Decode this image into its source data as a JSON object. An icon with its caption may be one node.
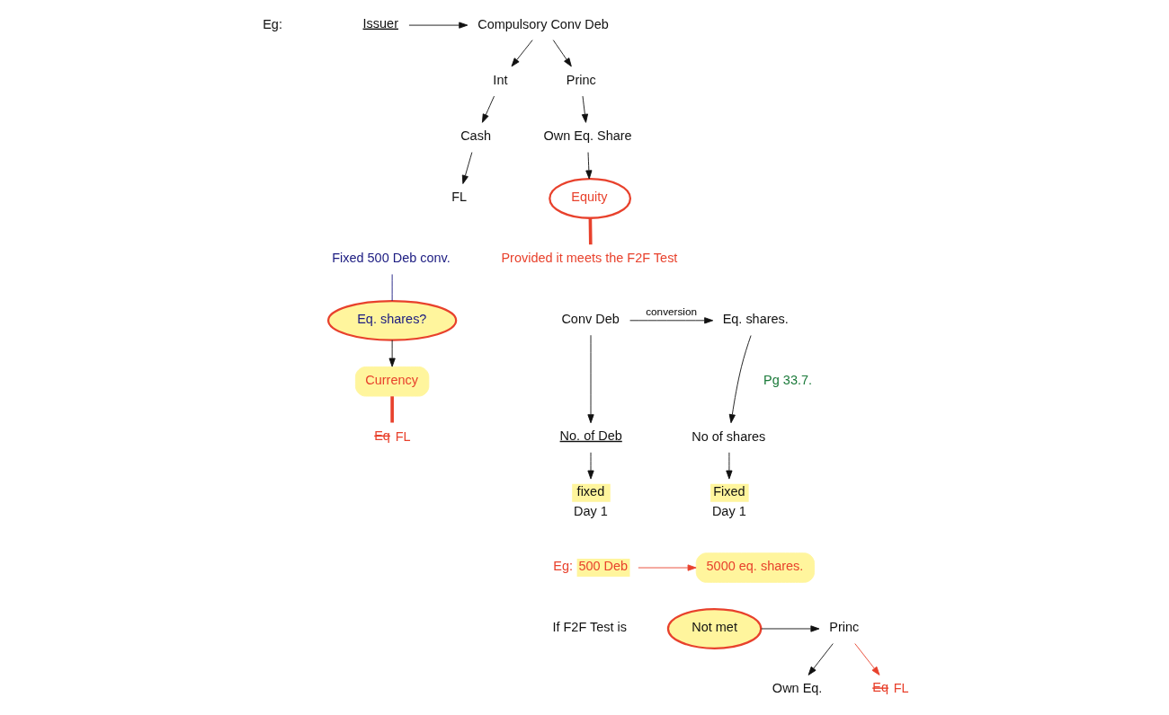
{
  "diagram": {
    "nodes": [
      {
        "text": [
          "Issuer"
        ]
      },
      {
        "text": [
          "Compulsory Conv Deb"
        ]
      },
      {
        "text": [
          "Int"
        ]
      },
      {
        "text": [
          "Cash"
        ]
      },
      {
        "text": [
          "FL"
        ]
      },
      {
        "text": [
          "Princ"
        ]
      },
      {
        "text": [
          "Own Eq. Share"
        ]
      },
      {
        "text": [
          "Equity"
        ]
      },
      {
        "text": [
          "Provided it meets the F2F Test"
        ]
      },
      {
        "text": [
          "Eq. shares?"
        ]
      },
      {
        "text": [
          "Currency"
        ]
      },
      {
        "text": [
          "Fixed 500 Deb conv."
        ]
      },
      {
        "text": [
          "FL"
        ],
        "beside": [
          "Eq"
        ]
      },
      {
        "text": [
          "Conv Deb"
        ]
      },
      {
        "text": [
          "Eq. shares."
        ]
      },
      {
        "text": [
          "No. of Deb"
        ]
      },
      {
        "text": [
          "fixed"
        ],
        "beside": [
          "Day 1"
        ]
      },
      {
        "text": [
          "No of shares"
        ]
      },
      {
        "text": [
          "Fixed"
        ],
        "beside": [
          "Day 1"
        ]
      },
      {
        "text": [
          "500 Deb"
        ],
        "beside": [
          "Eg:"
        ]
      },
      {
        "text": [
          "5000 eq. shares."
        ]
      },
      {
        "text": [
          "If F2F Test is"
        ]
      },
      {
        "text": [
          "Not met"
        ]
      },
      {
        "text": [
          "Princ"
        ]
      },
      {
        "text": [
          "Own Eq."
        ]
      },
      {
        "text": [
          "FL"
        ],
        "beside": [
          "Eq"
        ]
      }
    ],
    "edges": [
      {
        "from": 0,
        "to": 1,
        "arrow": "to"
      },
      {
        "from": 1,
        "to": 2,
        "arrow": "to"
      },
      {
        "from": 1,
        "to": 5,
        "arrow": "to"
      },
      {
        "from": 2,
        "to": 3,
        "arrow": "to"
      },
      {
        "from": 3,
        "to": 4,
        "arrow": "to"
      },
      {
        "from": 5,
        "to": 6,
        "arrow": "to"
      },
      {
        "from": 6,
        "to": 7,
        "arrow": "to"
      },
      {
        "from": 7,
        "to": 8,
        "arrow": "none",
        "style": "thick",
        "color": "#e8412c"
      },
      {
        "from": 11,
        "to": 9,
        "arrow": "none",
        "color": "#1a1a80"
      },
      {
        "from": 9,
        "to": 10,
        "arrow": "to"
      },
      {
        "from": 10,
        "to": 12,
        "arrow": "none",
        "style": "thick",
        "color": "#e8412c"
      },
      {
        "from": 13,
        "to": 14,
        "arrow": "to",
        "label": "conversion"
      },
      {
        "from": 13,
        "to": 15,
        "arrow": "to"
      },
      {
        "from": 15,
        "to": 16,
        "arrow": "to"
      },
      {
        "from": 14,
        "to": 17,
        "arrow": "to"
      },
      {
        "from": 17,
        "to": 18,
        "arrow": "to"
      },
      {
        "from": 19,
        "to": 20,
        "arrow": "to",
        "color": "#e8412c"
      },
      {
        "from": 22,
        "to": 23,
        "arrow": "to"
      },
      {
        "from": 23,
        "to": 24,
        "arrow": "to"
      },
      {
        "from": 23,
        "to": 25,
        "arrow": "to",
        "color": "#e8412c"
      }
    ],
    "labels": [
      "Eg:",
      "Pg 33.7."
    ]
  }
}
